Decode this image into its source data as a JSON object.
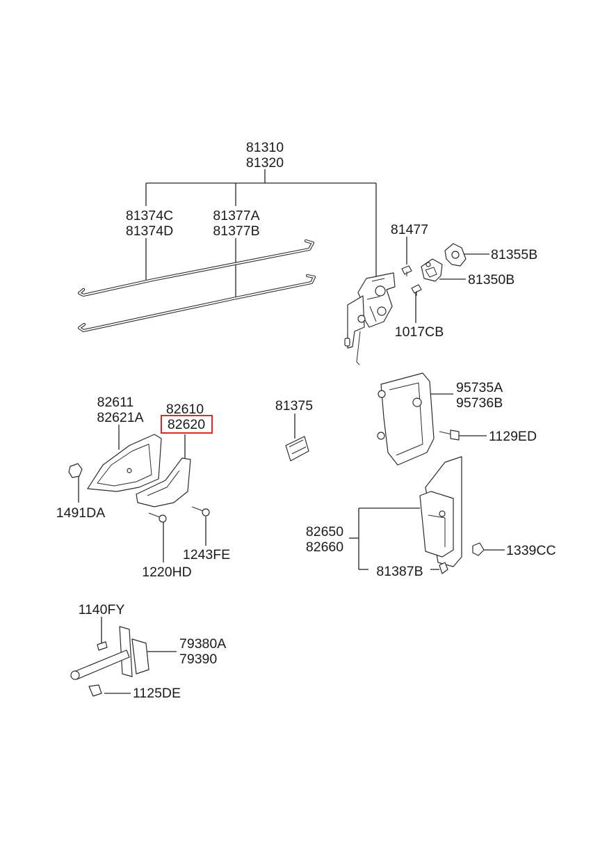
{
  "labels": {
    "p81310": "81310",
    "p81320": "81320",
    "p81374C": "81374C",
    "p81374D": "81374D",
    "p81377A": "81377A",
    "p81377B": "81377B",
    "p81477": "81477",
    "p81355B": "81355B",
    "p81350B": "81350B",
    "p1017CB": "1017CB",
    "p82611": "82611",
    "p82621A": "82621A",
    "p82610": "82610",
    "p82620": "82620",
    "p81375": "81375",
    "p95735A": "95735A",
    "p95736B": "95736B",
    "p1129ED": "1129ED",
    "p1491DA": "1491DA",
    "p1243FE": "1243FE",
    "p1220HD": "1220HD",
    "p82650": "82650",
    "p82660": "82660",
    "p1339CC": "1339CC",
    "p81387B": "81387B",
    "p1140FY": "1140FY",
    "p79380A": "79380A",
    "p79390": "79390",
    "p1125DE": "1125DE"
  },
  "highlight": {
    "label": "82620",
    "color": "#e0261e"
  }
}
